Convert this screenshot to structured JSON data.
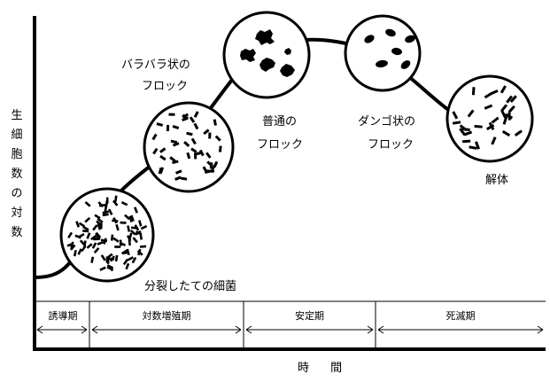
{
  "y_axis_label": "生細胞数の対数",
  "x_axis_label": "時 間",
  "annotations": {
    "barabara": [
      "バラバラ状の",
      "フロック"
    ],
    "normal": [
      "普通の",
      "フロック"
    ],
    "dango": [
      "ダンゴ状の",
      "フロック"
    ],
    "disintegration": "解体",
    "divided": "分裂したての細菌"
  },
  "phases": [
    "誘導期",
    "対数増殖期",
    "安定期",
    "死滅期"
  ]
}
